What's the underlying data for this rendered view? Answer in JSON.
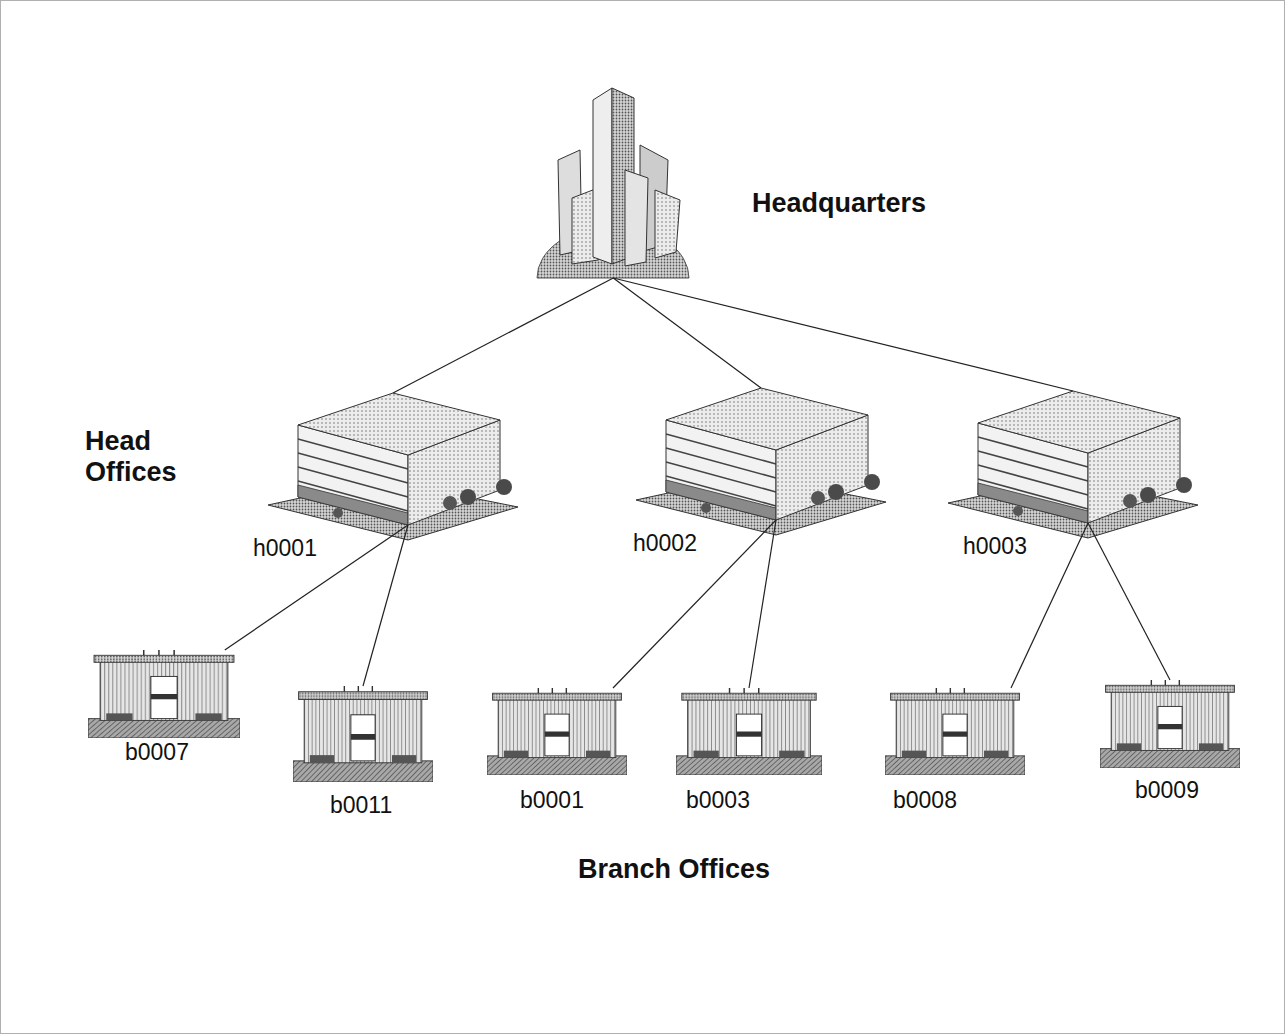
{
  "diagram": {
    "nodes": [
      {
        "text": [
          "Headquarters"
        ]
      },
      {
        "text": [
          "h0001"
        ]
      },
      {
        "text": [
          "h0002"
        ]
      },
      {
        "text": [
          "h0003"
        ]
      },
      {
        "text": [
          "b0007"
        ]
      },
      {
        "text": [
          "b0011"
        ]
      },
      {
        "text": [
          "b0001"
        ]
      },
      {
        "text": [
          "b0003"
        ]
      },
      {
        "text": [
          "b0008"
        ]
      },
      {
        "text": [
          "b0009"
        ]
      }
    ],
    "edges": [
      {
        "from": 0,
        "to": 1,
        "arrow": "none"
      },
      {
        "from": 0,
        "to": 2,
        "arrow": "none"
      },
      {
        "from": 0,
        "to": 3,
        "arrow": "none"
      },
      {
        "from": 1,
        "to": 4,
        "arrow": "none"
      },
      {
        "from": 1,
        "to": 5,
        "arrow": "none"
      },
      {
        "from": 2,
        "to": 6,
        "arrow": "none"
      },
      {
        "from": 2,
        "to": 7,
        "arrow": "none"
      },
      {
        "from": 3,
        "to": 8,
        "arrow": "none"
      },
      {
        "from": 3,
        "to": 9,
        "arrow": "none"
      }
    ],
    "labels": [
      "Head Offices",
      "Branch Offices"
    ]
  }
}
